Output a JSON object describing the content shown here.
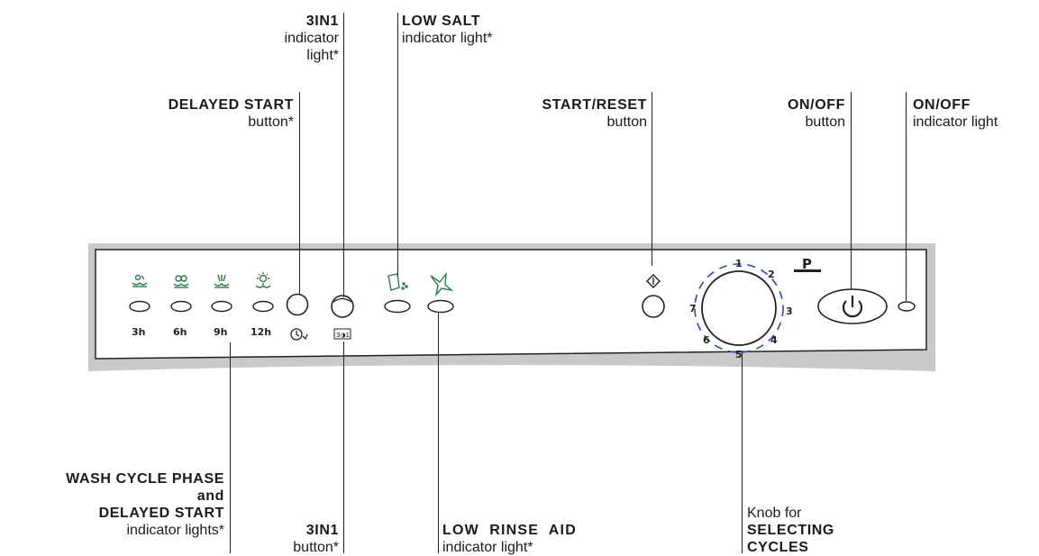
{
  "callouts": {
    "three_in_one_light": {
      "title": "3IN1",
      "line1": "indicator",
      "line2": "light*"
    },
    "low_salt": {
      "title": "LOW SALT",
      "desc": "indicator light*"
    },
    "delayed_start_button": {
      "title": "DELAYED START",
      "desc": "button*"
    },
    "start_reset": {
      "title": "START/RESET",
      "desc": "button"
    },
    "on_off_button": {
      "title": "ON/OFF",
      "desc": "button"
    },
    "on_off_light": {
      "title": "ON/OFF",
      "desc": "indicator light"
    },
    "wash_cycle": {
      "line1": "WASH CYCLE PHASE",
      "line2": "and",
      "line3": "DELAYED START",
      "desc": "indicator lights*"
    },
    "three_in_one_button": {
      "title": "3IN1",
      "desc": "button*"
    },
    "low_rinse_aid": {
      "title": "LOW  RINSE  AID",
      "desc": "indicator light*"
    },
    "knob": {
      "desc": "Knob for",
      "line1": "SELECTING",
      "line2": "CYCLES"
    }
  },
  "panel": {
    "delay_labels": [
      "3h",
      "6h",
      "9h",
      "12h"
    ],
    "knob_numbers": [
      "1",
      "2",
      "3",
      "4",
      "5",
      "6",
      "7"
    ],
    "program_label": "P",
    "three_in_one_icon_text": "3◑1",
    "colors": {
      "frame": "#c8c8c8",
      "icon_green": "#2f7a4a",
      "knob_dash": "#2a4aa0",
      "ink": "#222222"
    }
  }
}
